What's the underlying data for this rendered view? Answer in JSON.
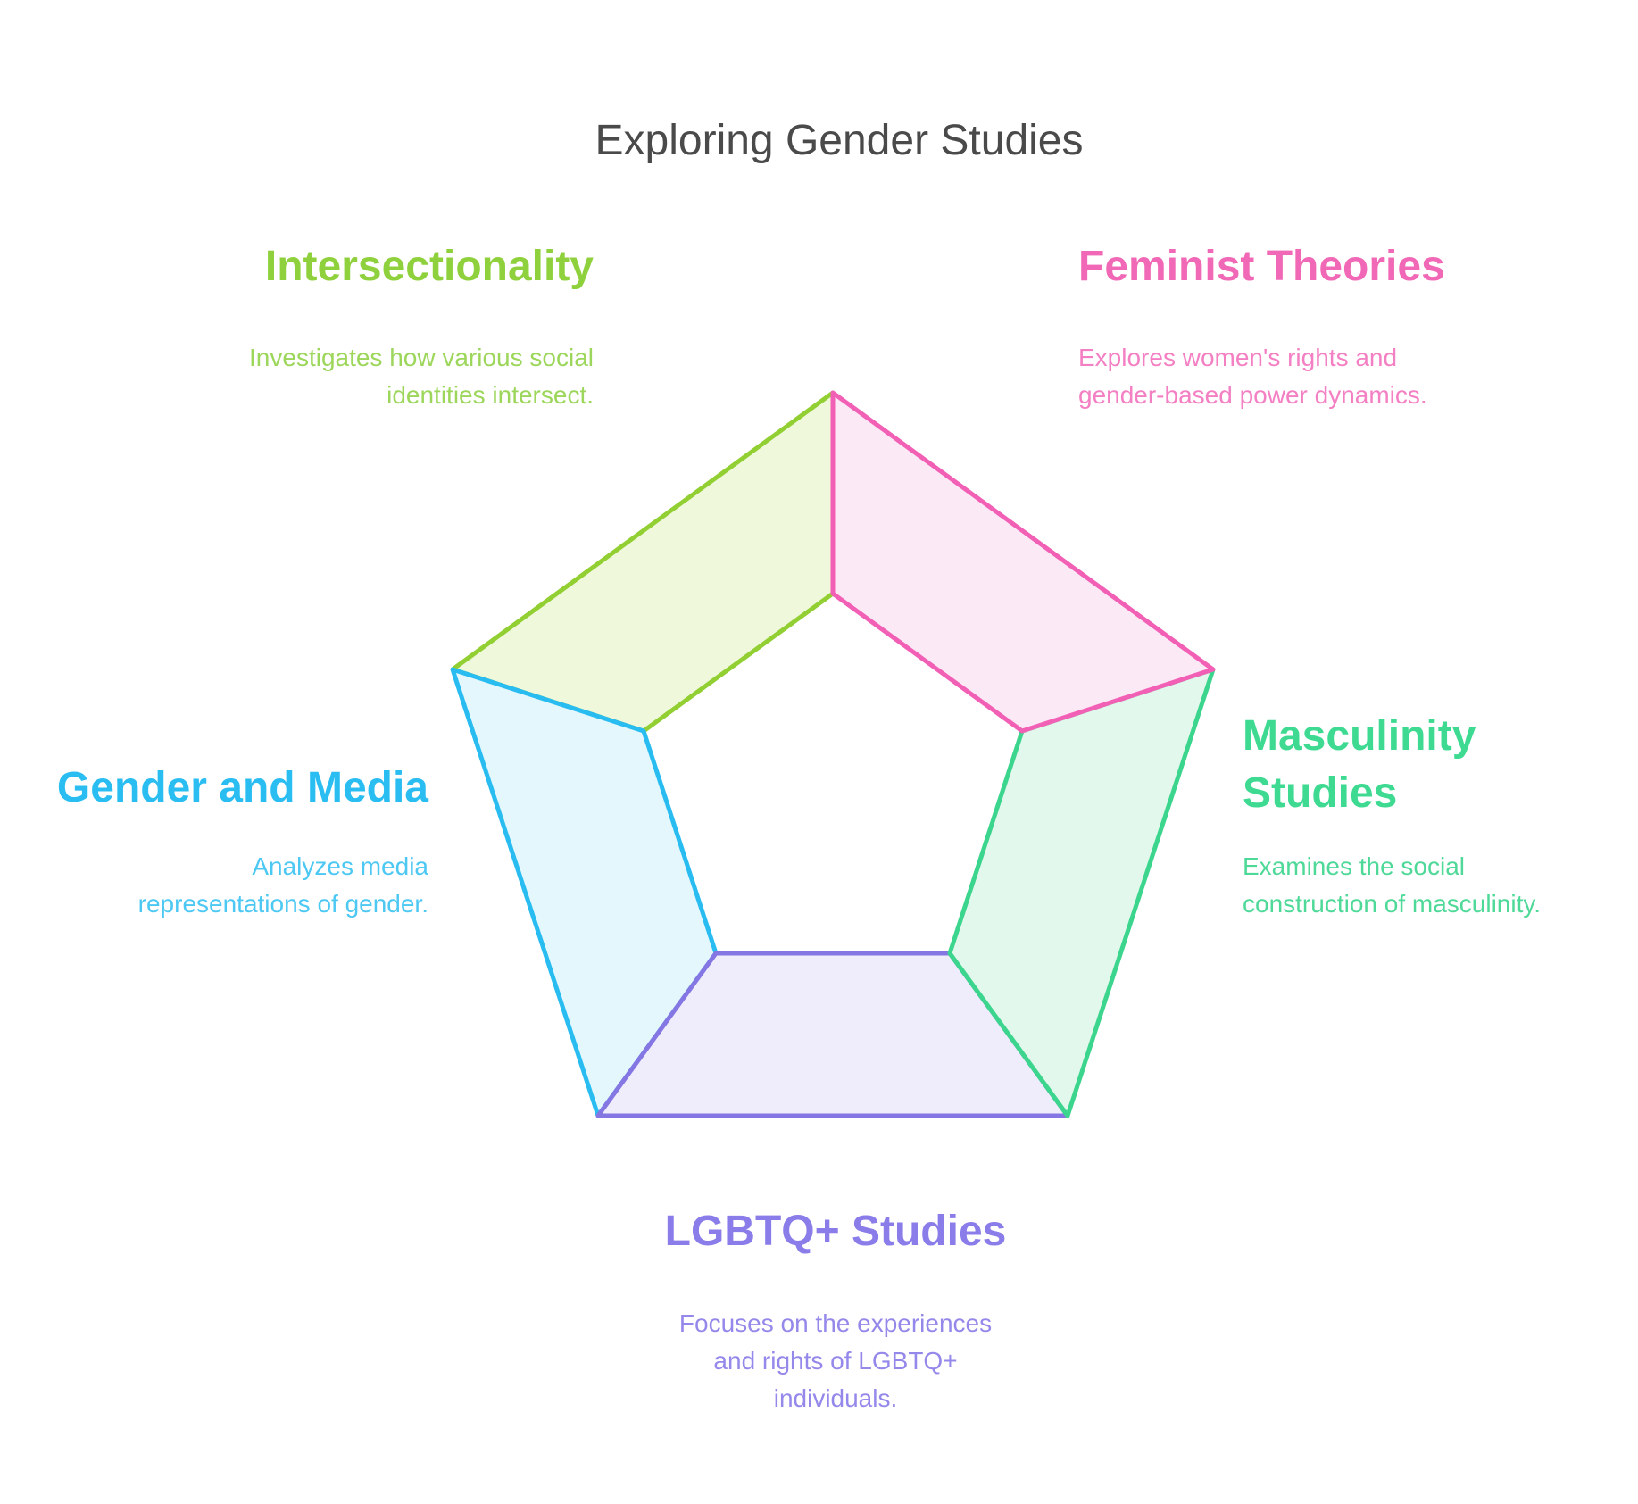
{
  "title": {
    "text": "Exploring Gender Studies",
    "color": "#4a4a4a"
  },
  "background_color": "#ffffff",
  "diagram": {
    "type": "pentagon-ring",
    "segment_count": 5
  },
  "segments": [
    {
      "id": "intersectionality",
      "label": "Intersectionality",
      "label_color": "#8fd13d",
      "description": "Investigates how various social identities intersect.",
      "description_lines": [
        "Investigates how various social",
        "identities intersect."
      ],
      "description_color": "#9cd65a",
      "shape_fill": "#f0f8dc",
      "shape_stroke": "#92cf33",
      "position": "top-left"
    },
    {
      "id": "feminist-theories",
      "label": "Feminist Theories",
      "label_color": "#f068b6",
      "description": "Explores women's rights and gender-based power dynamics.",
      "description_lines": [
        "Explores women's rights and",
        "gender-based power dynamics."
      ],
      "description_color": "#f480c4",
      "shape_fill": "#fce9f6",
      "shape_stroke": "#f260b6",
      "position": "top-right"
    },
    {
      "id": "masculinity-studies",
      "label": "Masculinity Studies",
      "label_lines": [
        "Masculinity",
        "Studies"
      ],
      "label_color": "#3eda92",
      "description": "Examines the social construction of masculinity.",
      "description_lines": [
        "Examines the social",
        "construction of masculinity."
      ],
      "description_color": "#4fd998",
      "shape_fill": "#e2f8ec",
      "shape_stroke": "#3cd58d",
      "position": "right"
    },
    {
      "id": "gender-and-media",
      "label": "Gender and Media",
      "label_color": "#29bdf1",
      "description": "Analyzes media representations of gender.",
      "description_lines": [
        "Analyzes media",
        "representations of gender."
      ],
      "description_color": "#4cc8f3",
      "shape_fill": "#e4f7fd",
      "shape_stroke": "#29bcf0",
      "position": "left"
    },
    {
      "id": "lgbtq-studies",
      "label": "LGBTQ+ Studies",
      "label_color": "#8a7ce9",
      "description": "Focuses on the experiences and rights of LGBTQ+ individuals.",
      "description_lines": [
        "Focuses on the experiences",
        "and rights of LGBTQ+",
        "individuals."
      ],
      "description_color": "#9488ea",
      "shape_fill": "#efedfb",
      "shape_stroke": "#8577e3",
      "position": "bottom"
    }
  ]
}
